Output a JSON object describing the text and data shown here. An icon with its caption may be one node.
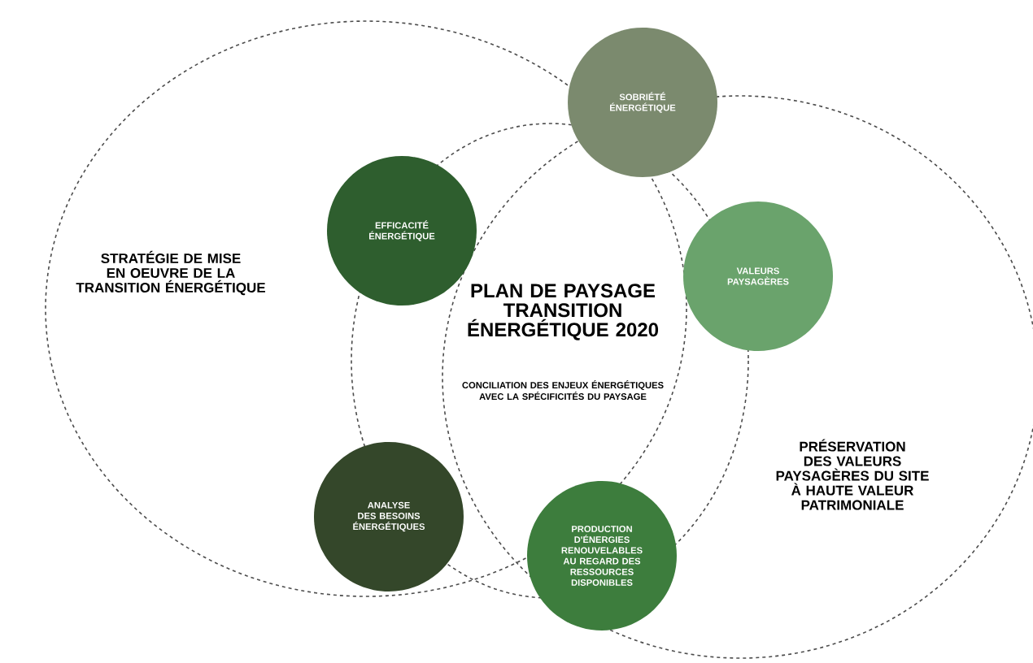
{
  "diagram": {
    "nodes": [
      {
        "text": [
          "STRATÉGIE DE MISE EN OEUVRE DE LA TRANSITION ÉNERGÉTIQUE"
        ]
      },
      {
        "text": [
          "PRÉSERVATION DES VALEURS PAYSAGÈRES DU SITE À HAUTE VALEUR PATRIMONIALE"
        ]
      },
      {
        "text": [
          "PLAN DE PAYSAGE TRANSITION ÉNERGÉTIQUE 2020",
          "CONCILIATION DES ENJEUX ÉNERGÉTIQUES AVEC LA SPÉCIFICITÉS DU PAYSAGE"
        ]
      },
      {
        "text": [
          "SOBRIÉTÉ ÉNERGÉTIQUE"
        ]
      },
      {
        "text": [
          "EFFICACITÉ ÉNERGÉTIQUE"
        ]
      },
      {
        "text": [
          "VALEURS PAYSAGÈRES"
        ]
      },
      {
        "text": [
          "ANALYSE DES BESOINS ÉNERGÉTIQUES"
        ]
      },
      {
        "text": [
          "PRODUCTION D'ÉNERGIES RENOUVELABLES AU REGARD DES RESSOURCES DISPONIBLES"
        ]
      }
    ]
  }
}
